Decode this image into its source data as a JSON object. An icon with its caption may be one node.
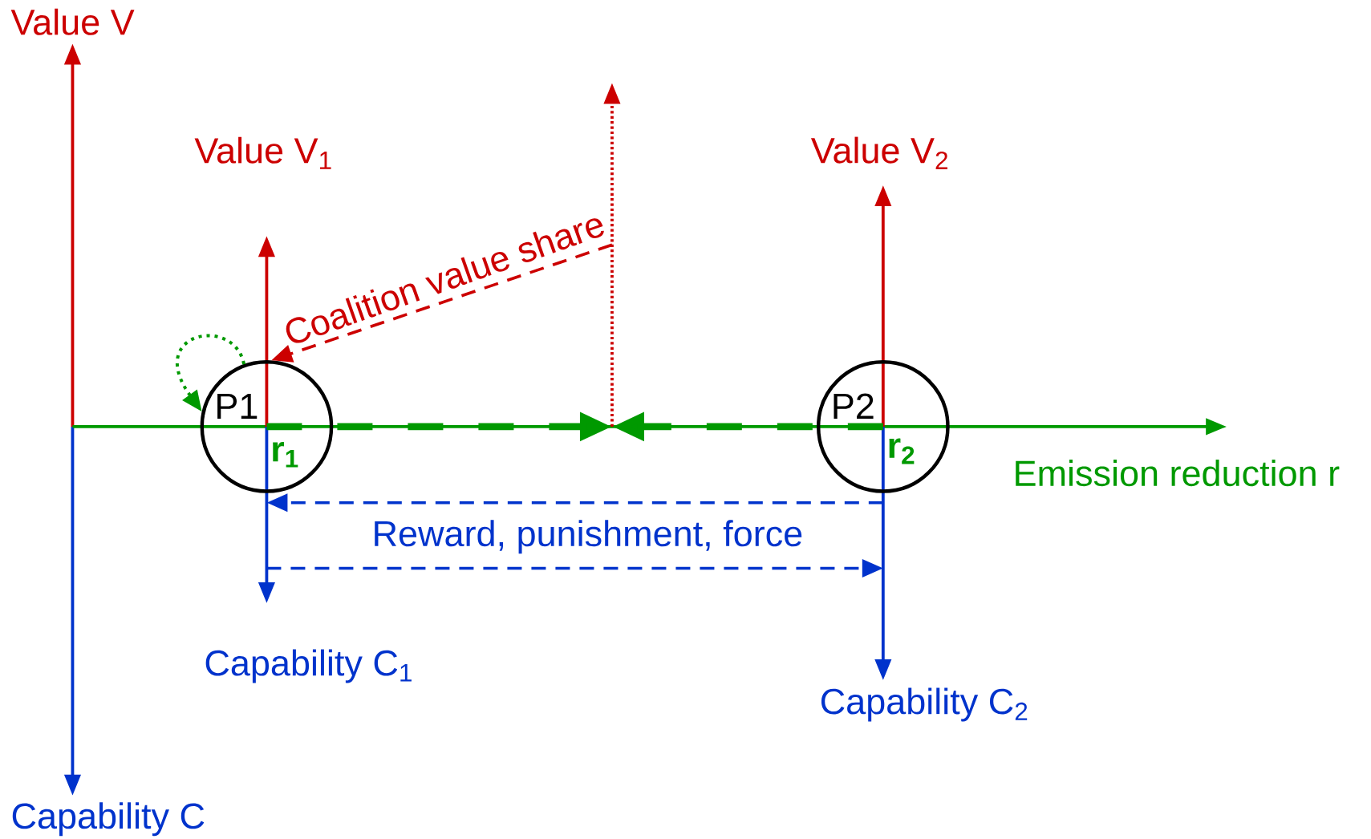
{
  "diagram": {
    "nodes": [
      {
        "text": [
          "P1"
        ]
      },
      {
        "text": [
          "P2"
        ]
      }
    ],
    "edges": [
      {
        "from": 0,
        "to": null,
        "arrow": "to",
        "style": "dashed",
        "color": "#009900"
      },
      {
        "from": 1,
        "to": null,
        "arrow": "to",
        "style": "dashed",
        "color": "#009900"
      },
      {
        "from": null,
        "to": 0,
        "arrow": "to",
        "style": "dashed",
        "color": "#cc0000",
        "label": "Coalition value share"
      },
      {
        "from": 0,
        "to": 0,
        "arrow": "to",
        "style": "dashed",
        "color": "#009900"
      },
      {
        "from": 1,
        "to": 0,
        "arrow": "to",
        "style": "dashed",
        "color": "#0033cc"
      },
      {
        "from": 0,
        "to": 1,
        "arrow": "to",
        "style": "dashed",
        "color": "#0033cc"
      }
    ],
    "labels": [
      "Value V",
      "Value V$_{1}$",
      "Value V$_{2}$",
      "r$_{1}$",
      "r$_{2}$",
      "Emission reduction r",
      "Reward, punishment, force",
      "Capability C$_{1}$",
      "Capability C$_{2}$",
      "Capability C"
    ]
  }
}
